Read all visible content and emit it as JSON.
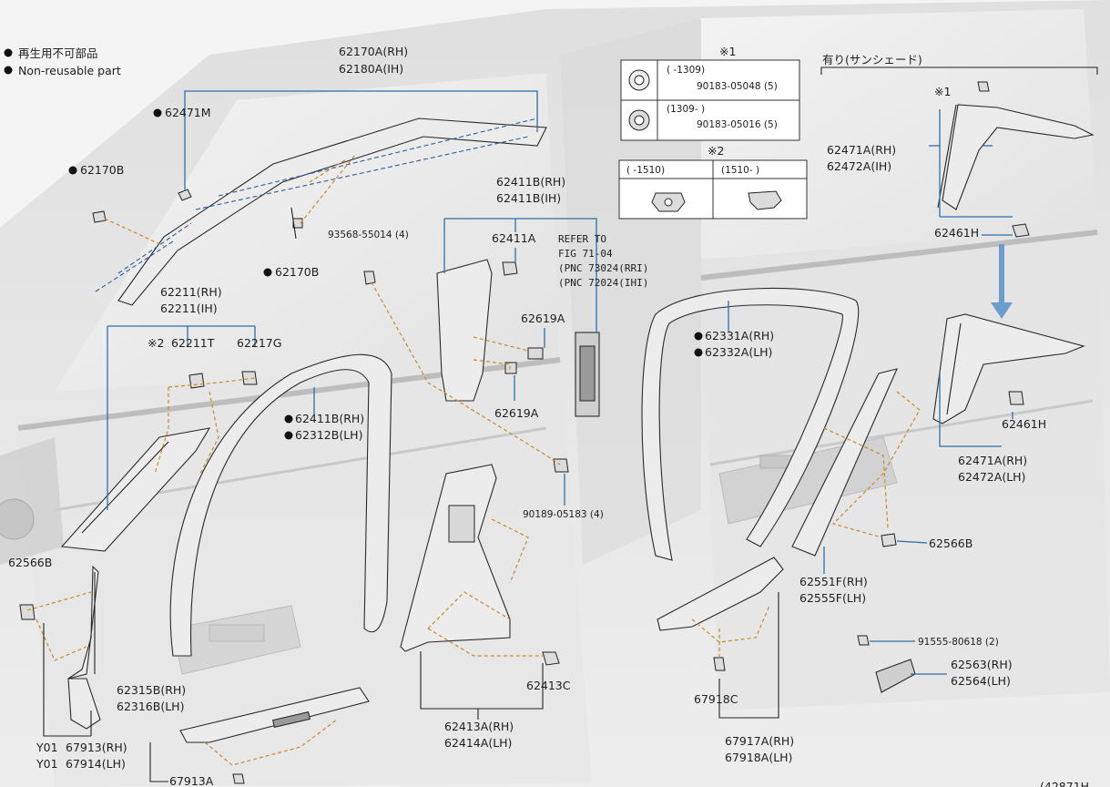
{
  "legend": {
    "bullet_ja": "再生用不可部品",
    "bullet_en": "Non-reusable part"
  },
  "notes": {
    "n1_mark": "※1",
    "n1_row1_range": "(       -1309)",
    "n1_row1_part": "90183-05048 (5)",
    "n1_row2_range": "(1309-        )",
    "n1_row2_part": "90183-05016 (5)",
    "n2_mark": "※2",
    "n2_col1": "(       -1510)",
    "n2_col2": "(1510-       )",
    "sunshade": "有り(サンシェード)",
    "sunshade_mark": "※1",
    "mark2_left": "※2"
  },
  "parts": {
    "p62170A": "62170A(RH)",
    "p62180A": "62180A(IH)",
    "p62471M": "62471M",
    "p62170B_top": "62170B",
    "p62170B_mid": "62170B",
    "p93568": "93568-55014 (4)",
    "p62411B_rh": "62411B(RH)",
    "p62411B_ih": "62411B(IH)",
    "p62411A": "62411A",
    "ref_line1": "REFER TO",
    "ref_line2": "FIG 71-04",
    "ref_line3": "(PNC 73024(RRI)",
    "ref_line4": "(PNC 72024(IHI)",
    "p62619A_top": "62619A",
    "p62619A_bot": "62619A",
    "p62211_rh": "62211(RH)",
    "p62211_ih": "62211(IH)",
    "p62211T": "62211T",
    "p62217G": "62217G",
    "p62411B2_rh": "62411B(RH)",
    "p62312B_lh": "62312B(LH)",
    "p90189": "90189-05183 (4)",
    "p62331A": "62331A(RH)",
    "p62332A": "62332A(LH)",
    "p62471A_top_rh": "62471A(RH)",
    "p62472A_top_ih": "62472A(IH)",
    "p62461H_top": "62461H",
    "p62461H_bot": "62461H",
    "p62471A_bot_rh": "62471A(RH)",
    "p62472A_bot_lh": "62472A(LH)",
    "p62566B_right": "62566B",
    "p62566B_left": "62566B",
    "p62551F": "62551F(RH)",
    "p62555F": "62555F(LH)",
    "p91555": "91555-80618 (2)",
    "p62563": "62563(RH)",
    "p62564": "62564(LH)",
    "p62413C": "62413C",
    "p62413A": "62413A(RH)",
    "p62414A": "62414A(LH)",
    "p67918C": "67918C",
    "p67917A": "67917A(RH)",
    "p67918A": "67918A(LH)",
    "p62315B": "62315B(RH)",
    "p62316B": "62316B(LH)",
    "y01_a": "Y01",
    "y01_b": "Y01",
    "p67913_rh": "67913(RH)",
    "p67914_lh": "67914(LH)",
    "p67913A": "67913A",
    "fig_id": "(42871H"
  }
}
